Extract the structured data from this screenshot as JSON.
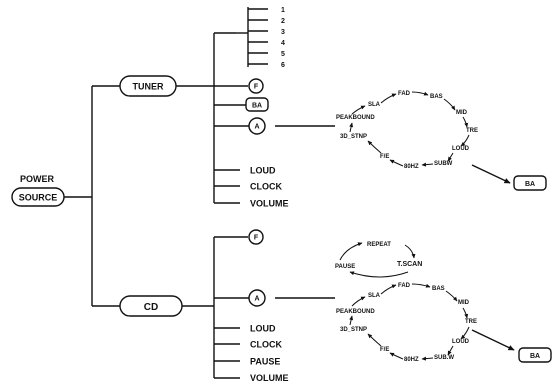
{
  "root": {
    "line1": "POWER",
    "line2": "SOURCE"
  },
  "branches": {
    "tuner": {
      "label": "TUNER",
      "presets": [
        "1",
        "2",
        "3",
        "4",
        "5",
        "6"
      ],
      "f_circle": "F",
      "ba_box": "BA",
      "a_circle": "A",
      "items": [
        "LOUD",
        "CLOCK",
        "VOLUME"
      ],
      "cycle": [
        "SLA",
        "FAD",
        "BAS",
        "MID",
        "TRE",
        "LOUD",
        "SUBW",
        "80HZ",
        "F/E",
        "3D_STNP",
        "PEAKBOUND"
      ],
      "exit_box": "BA"
    },
    "cd": {
      "label": "CD",
      "f_circle": "F",
      "f_cycle": [
        "REPEAT",
        "T.SCAN",
        "PAUSE"
      ],
      "a_circle": "A",
      "items": [
        "LOUD",
        "CLOCK",
        "PAUSE",
        "VOLUME"
      ],
      "cycle": [
        "SLA",
        "FAD",
        "BAS",
        "MID",
        "TRE",
        "LOUD",
        "SUB.W",
        "80HZ",
        "F/E",
        "3D_STNP",
        "PEAKBOUND"
      ],
      "exit_box": "BA"
    }
  }
}
